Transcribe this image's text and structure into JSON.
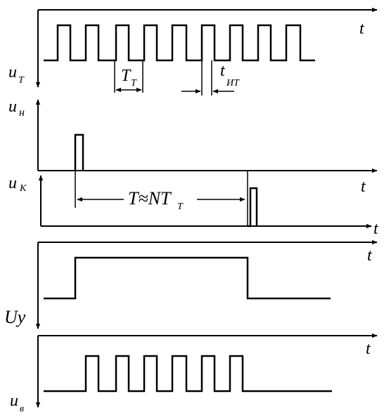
{
  "diagram": {
    "t_label": "t",
    "panel1": {
      "axis_label": "u",
      "axis_sub": "T",
      "period_label": "T",
      "period_sub": "T",
      "pulse_width_label": "t",
      "pulse_width_sub": "ИТ"
    },
    "panel2": {
      "axis_label": "u",
      "axis_sub": "н"
    },
    "panel3": {
      "axis_label": "u",
      "axis_sub": "К",
      "interval_label": "T≈NT",
      "interval_sub": "T"
    },
    "panel4": {
      "axis_label": "Uy"
    },
    "panel5": {
      "axis_label": "u",
      "axis_sub": "в"
    }
  }
}
